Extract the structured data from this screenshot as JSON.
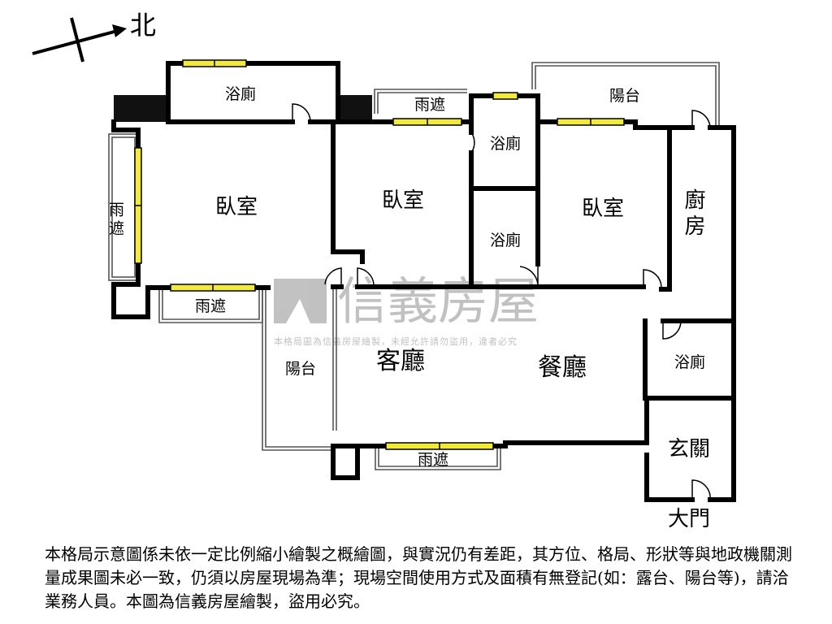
{
  "compass": {
    "north_label": "北"
  },
  "rooms": {
    "bath_top": "浴廁",
    "canopy_top_mid": "雨遮",
    "balcony_top": "陽台",
    "bath_small_upper": "浴廁",
    "canopy_left": "雨遮",
    "bedroom_left": "臥室",
    "bedroom_mid": "臥室",
    "bedroom_right": "臥室",
    "kitchen": "廚房",
    "bath_small_lower": "浴廁",
    "canopy_lower_left": "雨遮",
    "balcony_left": "陽台",
    "living_room": "客廳",
    "dining_room": "餐廳",
    "bath_right": "浴廁",
    "foyer": "玄關",
    "canopy_bottom": "雨遮",
    "main_door": "大門"
  },
  "watermark": {
    "brand": "信義房屋",
    "notice": "本格局圖為信義房屋繪製，未經允許請勿盜用，違者必究"
  },
  "disclaimer": "本格局示意圖係未依一定比例縮小繪製之概繪圖，與實況仍有差距，其方位、格局、形狀等與地政機關測量成果圖未必一致，仍須以房屋現場為準；現場空間使用方式及面積有無登記(如：露台、陽台等)，請洽業務人員。本圖為信義房屋繪製，盜用必究。",
  "colors": {
    "wall": "#000000",
    "window_fill": "#f2ea3a",
    "watermark": "#9a9a9a"
  }
}
